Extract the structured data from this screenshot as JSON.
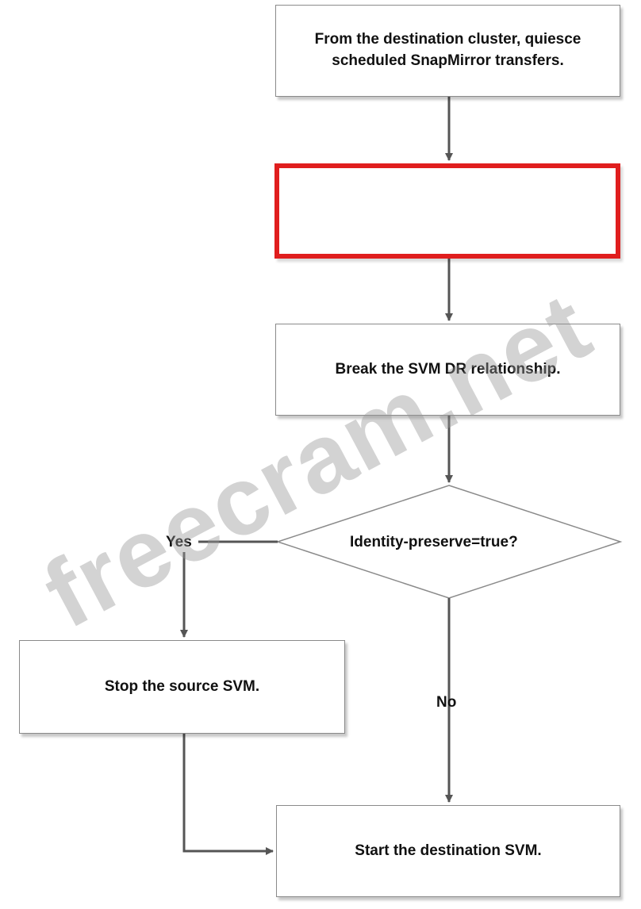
{
  "boxes": {
    "quiesce": "From the destination cluster, quiesce scheduled SnapMirror transfers.",
    "missing_step": "",
    "break": "Break the SVM DR relationship.",
    "stop_source": "Stop the source SVM.",
    "start_destination": "Start the destination SVM."
  },
  "decision": {
    "question": "Identity-preserve=true?",
    "yes_label": "Yes",
    "no_label": "No"
  },
  "watermark": "freecram.net",
  "colors": {
    "highlight_border": "#e01e1e",
    "line": "#555555",
    "box_border": "#8a8a8a"
  }
}
